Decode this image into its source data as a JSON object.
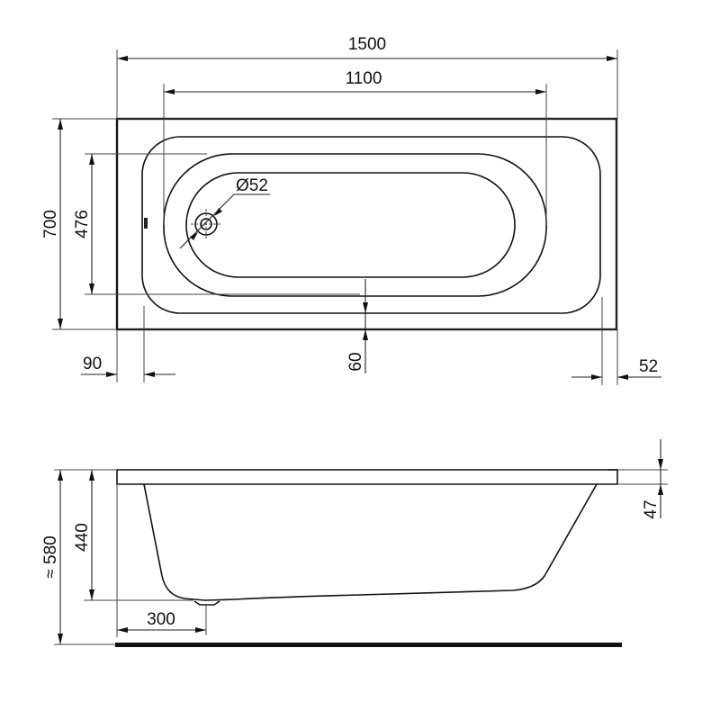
{
  "drawing": {
    "type": "bathtub technical drawing",
    "views": [
      "top-plan",
      "side-elevation"
    ]
  },
  "top_view": {
    "dimensions": {
      "overall_length": "1500",
      "inner_length": "1100",
      "overall_width": "700",
      "inner_width": "476",
      "left_rim_offset": "90",
      "bottom_rim_offset": "60",
      "right_rim_offset": "52",
      "drain_diameter": "Ø52"
    }
  },
  "side_view": {
    "dimensions": {
      "total_height": "≈ 580",
      "depth": "440",
      "drain_position": "300",
      "rim_thickness": "47"
    }
  }
}
